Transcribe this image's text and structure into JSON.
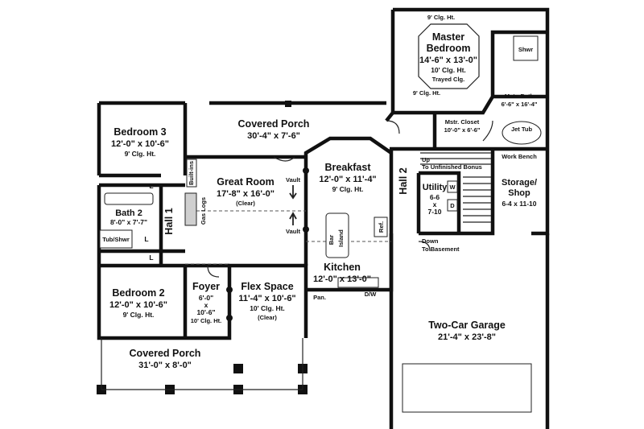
{
  "rooms": {
    "master_bedroom": {
      "name1": "Master",
      "name2": "Bedroom",
      "dims": "14'-6\" x 13'-0\"",
      "ceiling": "10' Clg. Ht.",
      "note": "Trayed Clg."
    },
    "master_ceiling_top": "9' Clg. Ht.",
    "master_ceiling_side": "9' Clg. Ht.",
    "master_bath": {
      "name": "Mstr. Bath",
      "dims": "6'-6\" x 16'-4\""
    },
    "master_closet": {
      "name": "Mstr. Closet",
      "dims": "10'-0\" x 6'-6\""
    },
    "shower": "Shwr",
    "jet_tub": "Jet Tub",
    "work_bench": "Work Bench",
    "storage": {
      "name1": "Storage/",
      "name2": "Shop",
      "dims": "6-4 x 11-10"
    },
    "hall2": "Hall 2",
    "up_bonus": {
      "line1": "Up",
      "line2": "To Unfinished Bonus"
    },
    "utility": {
      "name": "Utility",
      "d1": "6-6",
      "d2": "x",
      "d3": "7-10",
      "washer": "W",
      "dryer": "D"
    },
    "down_basement": {
      "line1": "Down",
      "line2": "To Basement"
    },
    "covered_porch_back": {
      "name": "Covered Porch",
      "dims": "30'-4\" x 7'-6\""
    },
    "bedroom3": {
      "name": "Bedroom 3",
      "dims": "12'-0\" x 10'-6\"",
      "ceiling": "9' Clg. Ht."
    },
    "builtins": "Built-ins",
    "gas_logs": "Gas Logs",
    "great_room": {
      "name": "Great Room",
      "dims": "17'-8\" x 16'-0\"",
      "note": "(Clear)"
    },
    "vault_upper": "Vault",
    "vault_lower": "Vault",
    "breakfast": {
      "name": "Breakfast",
      "dims": "12'-0\" x 11'-4\"",
      "ceiling": "9' Clg. Ht."
    },
    "bar": "Bar",
    "island": "Island",
    "ref": "Ref.",
    "kitchen": {
      "name": "Kitchen",
      "dims": "12'-0\" x 13'-0\""
    },
    "pantry": "Pan.",
    "dishwasher": "D/W",
    "bath2": {
      "name": "Bath 2",
      "dims": "8'-0\" x 7'-7\""
    },
    "tub_shower": "Tub/Shwr",
    "hall1": "Hall 1",
    "linen_marks": [
      "L",
      "L",
      "L"
    ],
    "bedroom2": {
      "name": "Bedroom 2",
      "dims": "12'-0\" x 10'-6\"",
      "ceiling": "9' Clg. Ht."
    },
    "foyer": {
      "name": "Foyer",
      "d1": "6'-0\"",
      "d2": "x",
      "d3": "10'-6\"",
      "ceiling": "10' Clg. Ht."
    },
    "flex_space": {
      "name": "Flex Space",
      "dims": "11'-4\" x 10'-6\"",
      "ceiling": "10' Clg. Ht.",
      "note": "(Clear)"
    },
    "covered_porch_front": {
      "name": "Covered Porch",
      "dims": "31'-0\" x 8'-0\""
    },
    "garage": {
      "name": "Two-Car Garage",
      "dims": "21'-4\" x 23'-8\""
    }
  }
}
